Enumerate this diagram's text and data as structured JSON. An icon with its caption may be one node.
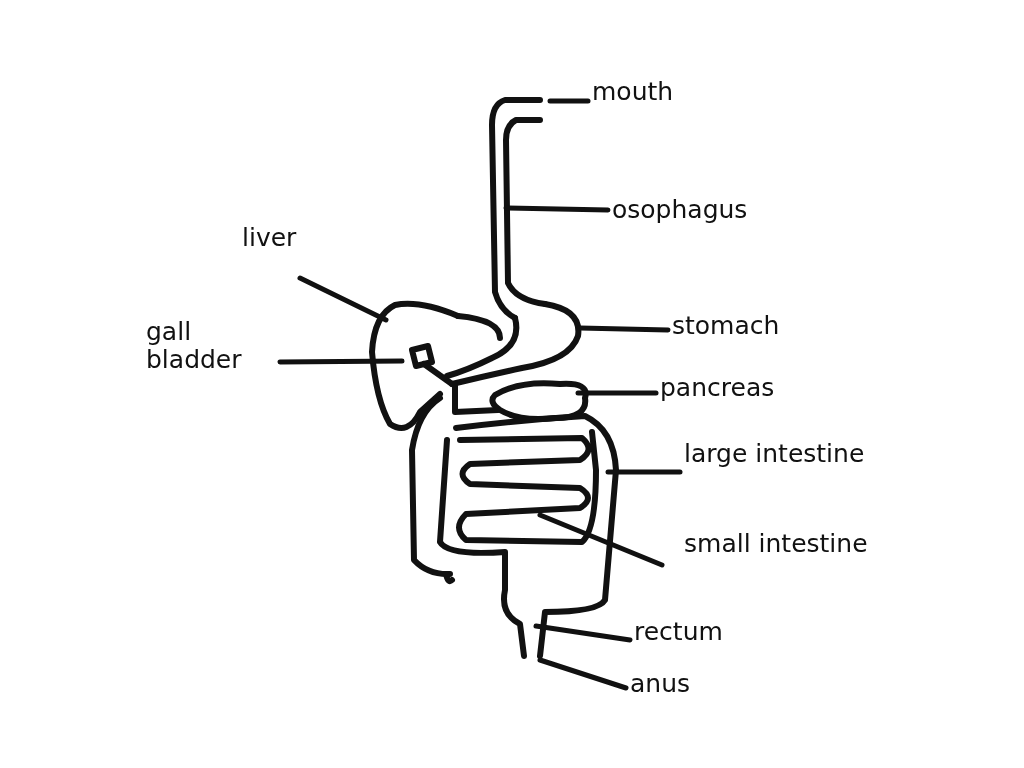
{
  "diagram": {
    "nodes": [
      {
        "text": [
          "mouth"
        ]
      },
      {
        "text": [
          "osophagus"
        ]
      },
      {
        "text": [
          "liver"
        ]
      },
      {
        "text": [
          "stomach"
        ]
      },
      {
        "text": [
          "gall bladder"
        ]
      },
      {
        "text": [
          "pancreas"
        ]
      },
      {
        "text": [
          "large intestine"
        ]
      },
      {
        "text": [
          "small intestine"
        ]
      },
      {
        "text": [
          "rectum"
        ]
      },
      {
        "text": [
          "anus"
        ]
      }
    ],
    "edges": [
      {
        "from": 0,
        "to": null,
        "arrow": "none"
      },
      {
        "from": 1,
        "to": null,
        "arrow": "none"
      },
      {
        "from": 2,
        "to": null,
        "arrow": "none"
      },
      {
        "from": 3,
        "to": null,
        "arrow": "none"
      },
      {
        "from": 4,
        "to": null,
        "arrow": "none"
      },
      {
        "from": 5,
        "to": null,
        "arrow": "none"
      },
      {
        "from": 6,
        "to": null,
        "arrow": "none"
      },
      {
        "from": 7,
        "to": null,
        "arrow": "none"
      },
      {
        "from": 8,
        "to": null,
        "arrow": "none"
      },
      {
        "from": 9,
        "to": null,
        "arrow": "none"
      }
    ]
  }
}
